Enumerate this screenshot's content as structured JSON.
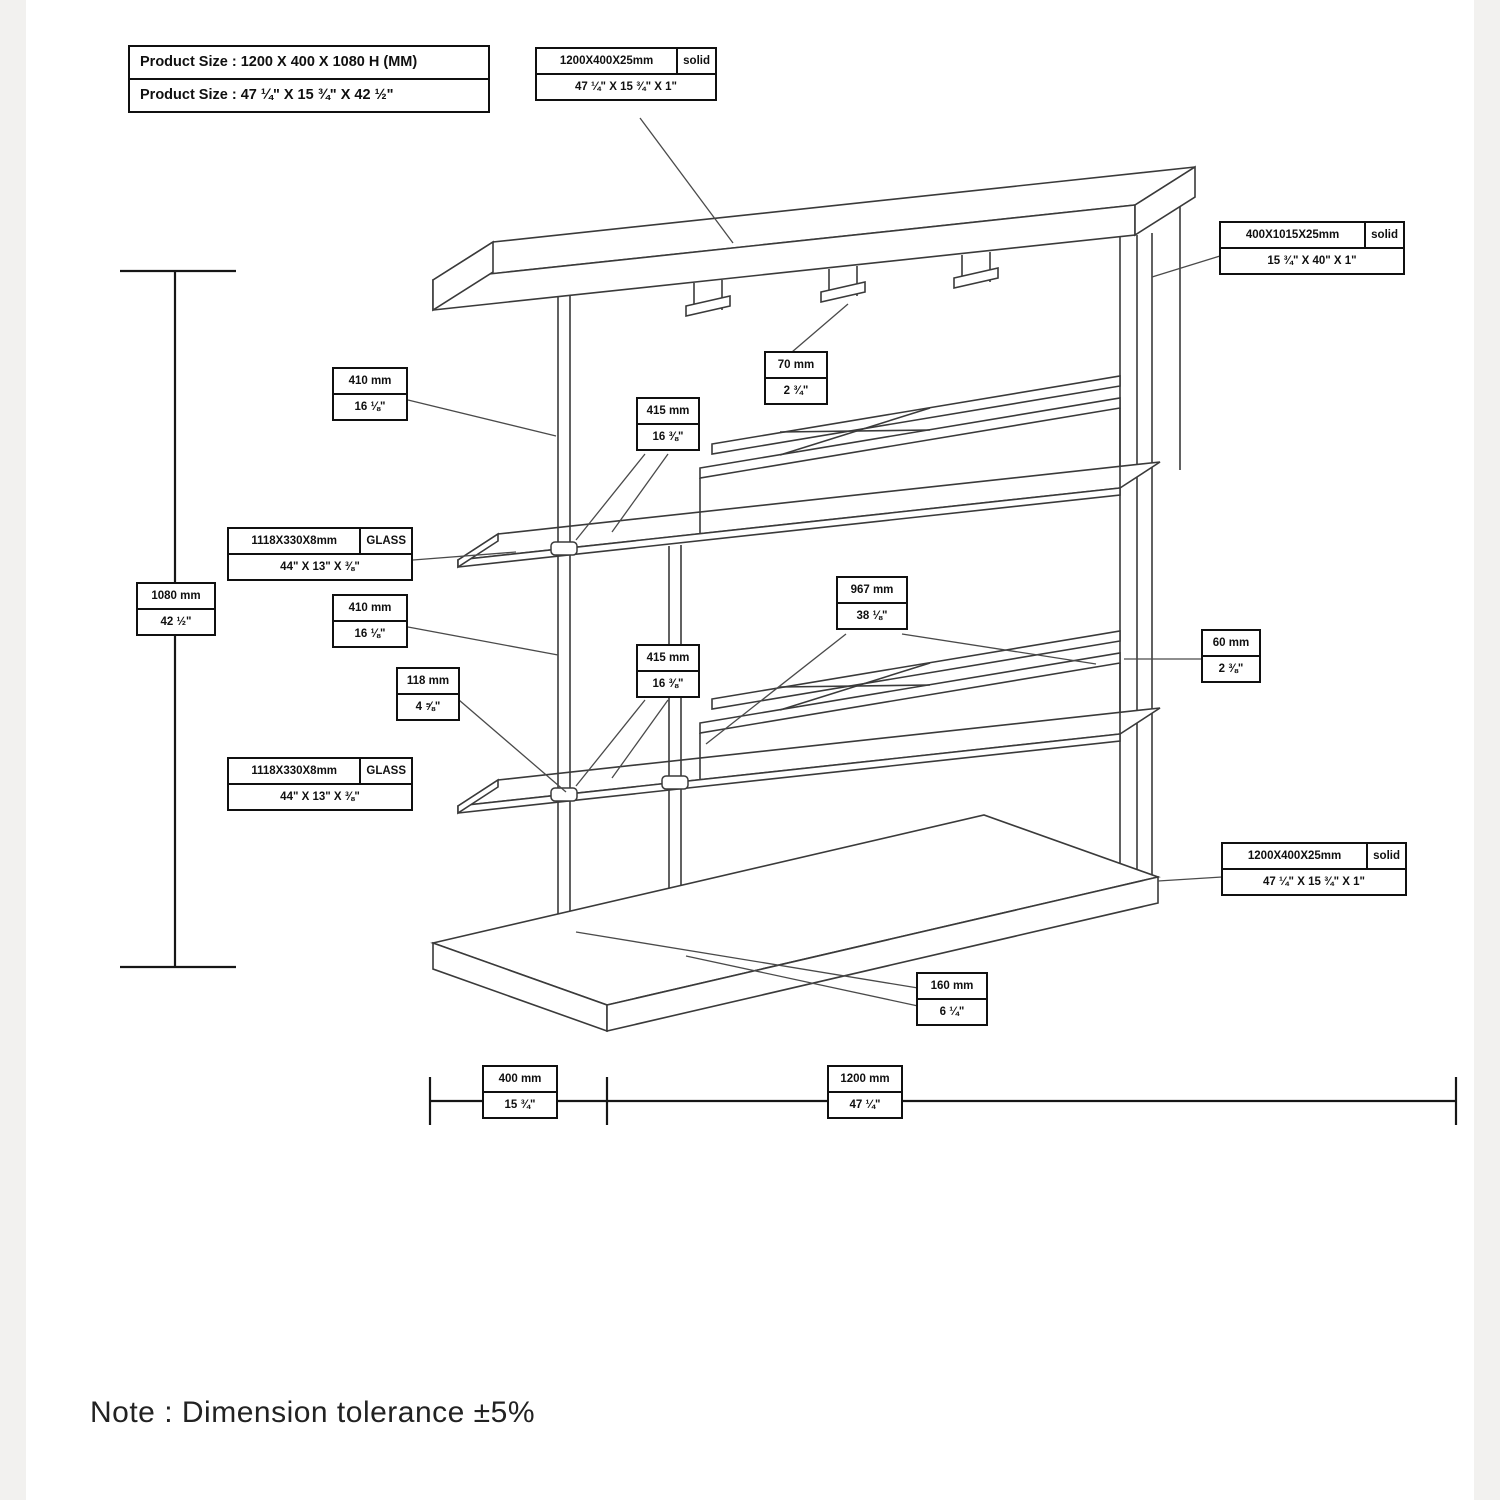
{
  "product_size": {
    "metric": "Product Size : 1200 X 400 X 1080 H (MM)",
    "imperial": "Product Size : 47 ¼\" X 15 ¾\" X 42 ½\""
  },
  "part_labels": {
    "top_panel": {
      "dim": "1200X400X25mm",
      "type": "solid",
      "imperial": "47 ¼\" X 15 ¾\" X 1\""
    },
    "side_panel": {
      "dim": "400X1015X25mm",
      "type": "solid",
      "imperial": "15 ¾\" X 40\" X 1\""
    },
    "glass_shelf": {
      "dim": "1118X330X8mm",
      "type": "GLASS",
      "imperial": "44\" X 13\" X ⅜\""
    },
    "bottom_panel": {
      "dim": "1200X400X25mm",
      "type": "solid",
      "imperial": "47 ¼\" X 15 ¾\" X 1\""
    }
  },
  "dimensions": {
    "overall_height": {
      "mm": "1080 mm",
      "inch": "42 ½\""
    },
    "shelf_depth": {
      "mm": "410 mm",
      "inch": "16 ⅛\""
    },
    "shelf_clearance": {
      "mm": "415 mm",
      "inch": "16 ⅜\""
    },
    "top_rail_offset": {
      "mm": "70 mm",
      "inch": "2 ¾\""
    },
    "pole_spacing": {
      "mm": "118 mm",
      "inch": "4 ⅝\""
    },
    "rail_length": {
      "mm": "967 mm",
      "inch": "38 ⅛\""
    },
    "rail_side_offset": {
      "mm": "60 mm",
      "inch": "2 ⅜\""
    },
    "base_pole_height": {
      "mm": "160 mm",
      "inch": "6 ¼\""
    },
    "overall_depth": {
      "mm": "400 mm",
      "inch": "15 ¾\""
    },
    "overall_width": {
      "mm": "1200 mm",
      "inch": "47 ¼\""
    }
  },
  "note": "Note : Dimension tolerance ±5%"
}
